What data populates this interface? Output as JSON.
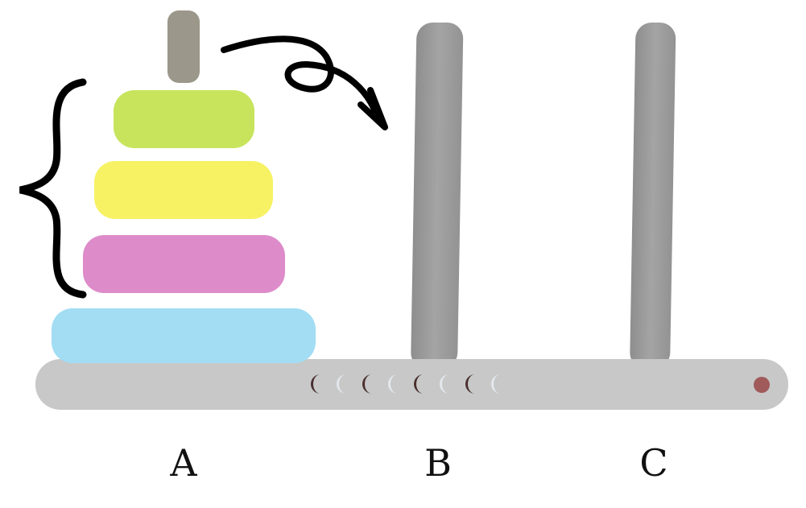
{
  "title": "Tower of Hanoi",
  "pegs": [
    {
      "label": "A"
    },
    {
      "label": "B"
    },
    {
      "label": "C"
    }
  ],
  "disks": [
    {
      "name": "green",
      "color": "#c7e45c"
    },
    {
      "name": "yellow",
      "color": "#f6f264"
    },
    {
      "name": "pink",
      "color": "#de8bca"
    },
    {
      "name": "blue",
      "color": "#a2ddf4"
    }
  ],
  "colors": {
    "peg": "#9a9a9a",
    "base": "#c8c8c8",
    "peg_top_a": "#9b978a",
    "dot": "#a05a5a"
  }
}
